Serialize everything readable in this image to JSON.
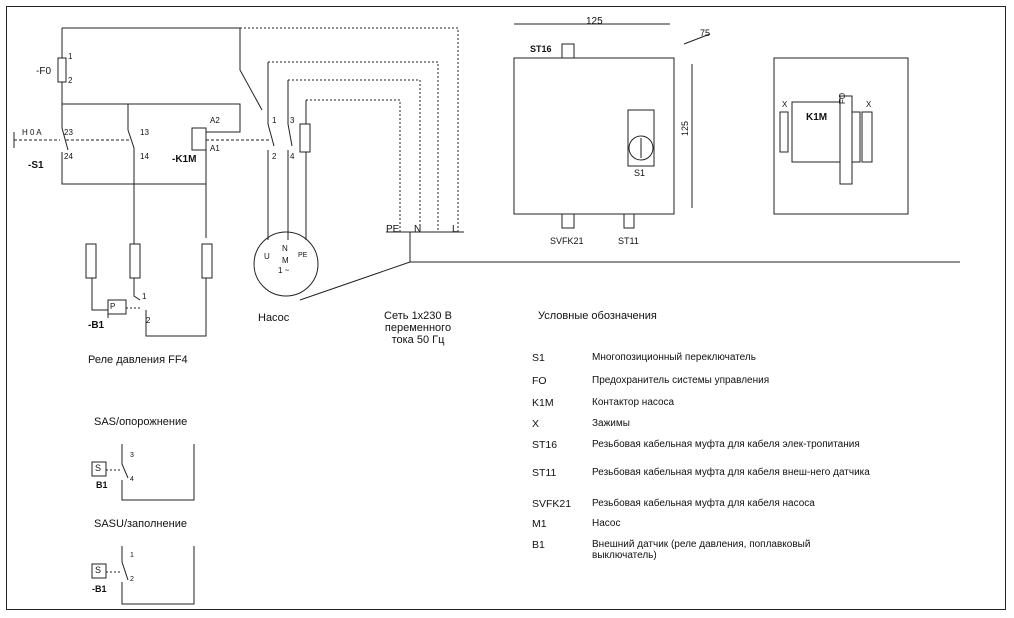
{
  "schematic": {
    "labels": {
      "fo": "-F0",
      "fo_pin1": "1",
      "fo_pin2": "2",
      "s1": "-S1",
      "s1_modes": "H 0 A",
      "s1_23": "23",
      "s1_24": "24",
      "s1_13": "13",
      "s1_14": "14",
      "k1m": "-K1M",
      "k1m_a2": "A2",
      "k1m_a1": "A1",
      "k_1": "1",
      "k_2": "2",
      "k_3": "3",
      "k_4": "4",
      "motor_u": "U",
      "motor_n": "N",
      "motor_m": "M",
      "motor_pe": "PE",
      "motor_1": "1 ~",
      "pe": "PE",
      "n": "N",
      "l": "L",
      "b1": "-B1",
      "b1_p": "P",
      "b1_1": "1",
      "b1_2": "2"
    },
    "pump": "Насос",
    "network": [
      "Сеть 1x230 В",
      "переменного",
      "тока  50 Гц"
    ],
    "pressure_relay": "Реле давления FF4"
  },
  "mini": {
    "sas_title": "SAS/опорожнение",
    "sasu_title": "SASU/заполнение",
    "sas_symbol": "S",
    "b1": "B1",
    "sasu_b1": "-B1",
    "pin3": "3",
    "pin4": "4",
    "pin1": "1",
    "pin2": "2"
  },
  "drawing": {
    "width": "125",
    "depth": "75",
    "height": "125",
    "st16": "ST16",
    "s1": "S1",
    "svfk21": "SVFK21",
    "st11": "ST11",
    "k1m": "K1M",
    "fo": "FO",
    "x1": "X",
    "x2": "X"
  },
  "legend": {
    "title": "Условные обозначения",
    "items": [
      {
        "code": "S1",
        "desc": "Многопозиционный переключатель"
      },
      {
        "code": "FO",
        "desc": "Предохранитель системы управления"
      },
      {
        "code": "K1M",
        "desc": "Контактор насоса"
      },
      {
        "code": "X",
        "desc": "Зажимы"
      },
      {
        "code": "ST16",
        "desc": "Резьбовая кабельная муфта для кабеля элек-тропитания"
      },
      {
        "code": "ST11",
        "desc": "Резьбовая кабельная муфта для кабеля внеш-него датчика"
      },
      {
        "code": "SVFK21",
        "desc": "Резьбовая кабельная муфта для кабеля насоса"
      },
      {
        "code": "M1",
        "desc": "Насос"
      },
      {
        "code": "B1",
        "desc": "Внешний датчик (реле давления, поплавковый выключатель)"
      }
    ]
  }
}
